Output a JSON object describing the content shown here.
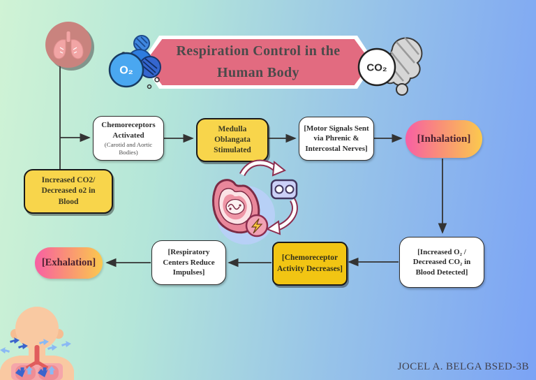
{
  "header": {
    "title_line1": "Respiration Control in the",
    "title_line2": "Human Body",
    "o2_bubble_label": "O₂",
    "co2_bubble_label": "CO₂"
  },
  "flow": {
    "increased_co2": "Increased CO2/\nDecreased o2 in\nBlood",
    "chemoreceptors_title": "Chemoreceptors\nActivated",
    "chemoreceptors_sub": "(Carotid and Aortic\nBodies)",
    "medulla": "Medulla\nOblangata\nStimulated",
    "motor_signals": "[Motor Signals Sent\nvia Phrenic &\nIntercostal Nerves]",
    "inhalation": "[Inhalation]",
    "increased_o2": "[Increased O₂ /\nDecreased CO₂ in\nBlood Detected]",
    "chemoreceptor_decreases": "[Chemoreceptor\nActivity Decreases]",
    "respiratory_reduce": "[Respiratory\nCenters Reduce\nImpulses]",
    "exhalation": "[Exhalation]"
  },
  "footer": {
    "credit": "JOCEL A. BELGA BSED-3B"
  },
  "colors": {
    "banner_pink": "#e26b80",
    "node_yellow": "#f8d54b",
    "node_gold": "#f2c513",
    "pill_gradient_start": "#f85fa4",
    "pill_gradient_end": "#fbc94e",
    "background_left": "#d0f3d5",
    "background_right": "#7ba3f5",
    "connector": "#333333"
  }
}
